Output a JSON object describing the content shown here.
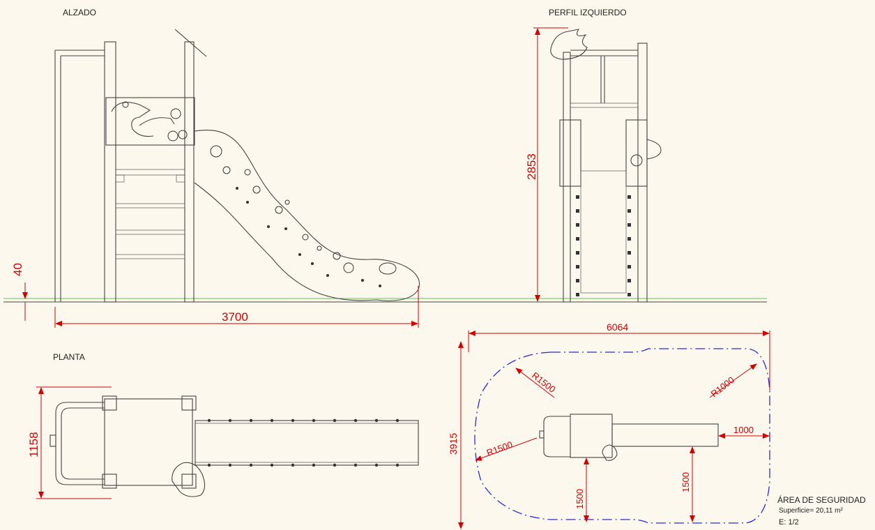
{
  "views": {
    "elevation": "ALZADO",
    "left_profile": "PERFIL IZQUIERDO",
    "plan": "PLANTA"
  },
  "dimensions": {
    "ground_clearance": "40",
    "length": "3700",
    "height": "2853",
    "width": "1158",
    "zone_length": "6064",
    "zone_width": "3915",
    "radius_top_left": "R1500",
    "radius_bottom_left": "R1500",
    "radius_right": "R1000",
    "slide_exit": "1000",
    "clearance_center": "1500",
    "clearance_right": "1500"
  },
  "safety_area": {
    "title": "ÁREA DE SEGURIDAD",
    "surface": "Superficie= 20,11 m²",
    "scale": "E: 1/2"
  },
  "colors": {
    "dimension": "#d40000",
    "safety_zone": "#2a2ad0",
    "ground": "#5ac84a",
    "background": "#fdf8ee"
  }
}
